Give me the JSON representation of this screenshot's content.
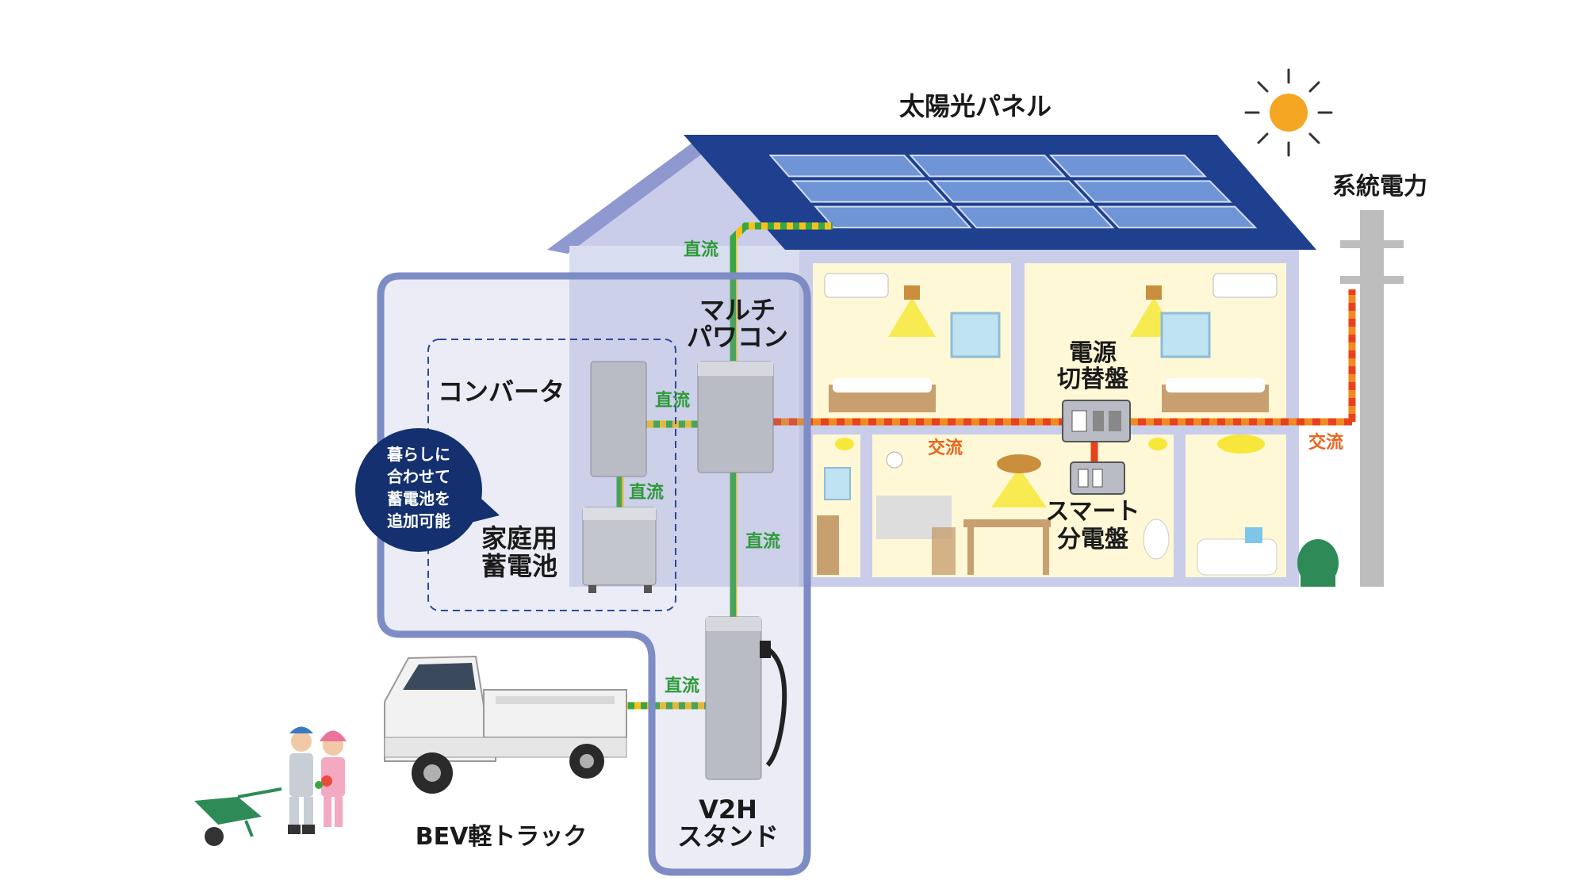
{
  "labels": {
    "solar_panel": "太陽光パネル",
    "grid_power": "系統電力",
    "multi_pcs_line1": "マルチ",
    "multi_pcs_line2": "パワコン",
    "converter": "コンバータ",
    "home_battery_line1": "家庭用",
    "home_battery_line2": "蓄電池",
    "power_switch_line1": "電源",
    "power_switch_line2": "切替盤",
    "smart_panel_line1": "スマート",
    "smart_panel_line2": "分電盤",
    "v2h_line1": "V2H",
    "v2h_line2": "スタンド",
    "truck": "BEV軽トラック"
  },
  "callout": {
    "line1": "暮らしに",
    "line2": "合わせて",
    "line3": "蓄電池を",
    "line4": "追加可能"
  },
  "current": {
    "dc": "直流",
    "ac": "交流"
  },
  "colors": {
    "dc_line_a": "#3aa641",
    "dc_line_b": "#f4c21c",
    "ac_line_a": "#f08a22",
    "ac_line_b": "#e8421c",
    "roof": "#1f3f8f",
    "house_wall": "#d9ddf0",
    "room": "#fff8d6",
    "outline": "#7d8cc4",
    "callout": "#14306e",
    "sun": "#f5a623"
  },
  "icons": [
    "sun-icon",
    "solar-panel-icon",
    "utility-pole-icon",
    "power-conditioner-icon",
    "converter-icon",
    "battery-icon",
    "switchboard-icon",
    "smart-panel-icon",
    "v2h-charger-icon",
    "truck-icon",
    "farmers-icon",
    "wheelbarrow-icon",
    "shrub-icon"
  ]
}
